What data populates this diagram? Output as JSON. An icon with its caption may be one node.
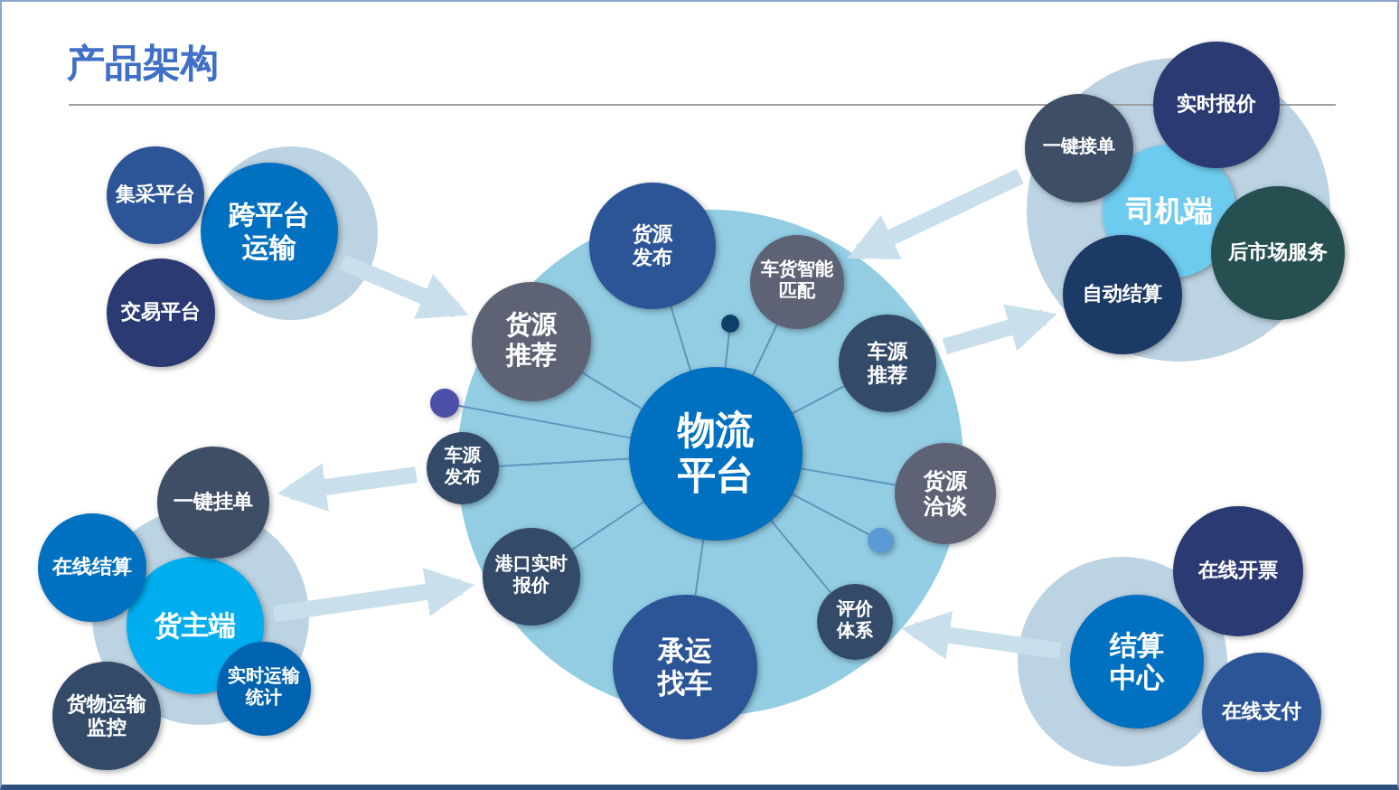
{
  "diagram": {
    "title": "产品架构",
    "nodes": [
      {
        "text": [
          "跨平台运输"
        ]
      },
      {
        "text": [
          "集采平台"
        ]
      },
      {
        "text": [
          "交易平台"
        ]
      },
      {
        "text": [
          "物流平台"
        ]
      },
      {
        "text": [
          "货源发布"
        ]
      },
      {
        "text": [
          "车货智能匹配"
        ]
      },
      {
        "text": [
          "货源推荐"
        ]
      },
      {
        "text": [
          "车源推荐"
        ]
      },
      {
        "text": [
          "车源发布"
        ]
      },
      {
        "text": [
          "货源洽谈"
        ]
      },
      {
        "text": [
          "港口实时报价"
        ]
      },
      {
        "text": [
          "评价体系"
        ]
      },
      {
        "text": [
          "承运找车"
        ]
      },
      {
        "text": [],
        "shape": "circle"
      },
      {
        "text": [],
        "shape": "circle"
      },
      {
        "text": [],
        "shape": "circle"
      },
      {
        "text": [
          "司机端"
        ]
      },
      {
        "text": [
          "一键接单"
        ]
      },
      {
        "text": [
          "实时报价"
        ]
      },
      {
        "text": [
          "后市场服务"
        ]
      },
      {
        "text": [
          "自动结算"
        ]
      },
      {
        "text": [
          "货主端"
        ]
      },
      {
        "text": [
          "一键挂单"
        ]
      },
      {
        "text": [
          "在线结算"
        ]
      },
      {
        "text": [
          "货物运输监控"
        ]
      },
      {
        "text": [
          "实时运输统计"
        ]
      },
      {
        "text": [
          "结算中心"
        ]
      },
      {
        "text": [
          "在线开票"
        ]
      },
      {
        "text": [
          "在线支付"
        ]
      }
    ],
    "edges": [
      {
        "from": 3,
        "to": 4,
        "arrow": "none"
      },
      {
        "from": 3,
        "to": 5,
        "arrow": "none"
      },
      {
        "from": 3,
        "to": 6,
        "arrow": "none"
      },
      {
        "from": 3,
        "to": 7,
        "arrow": "none"
      },
      {
        "from": 3,
        "to": 8,
        "arrow": "none"
      },
      {
        "from": 3,
        "to": 9,
        "arrow": "none"
      },
      {
        "from": 3,
        "to": 10,
        "arrow": "none"
      },
      {
        "from": 3,
        "to": 11,
        "arrow": "none"
      },
      {
        "from": 3,
        "to": 12,
        "arrow": "none"
      },
      {
        "from": 3,
        "to": 13,
        "arrow": "none"
      },
      {
        "from": 3,
        "to": 14,
        "arrow": "none"
      },
      {
        "from": 3,
        "to": 15,
        "arrow": "none"
      },
      {
        "from": 0,
        "to": 6,
        "arrow": "to",
        "style": "thick",
        "color": "#c9dfec"
      },
      {
        "from": 17,
        "to": 5,
        "arrow": "to",
        "style": "thick",
        "color": "#c9dfec"
      },
      {
        "from": 7,
        "to": 20,
        "arrow": "to",
        "style": "thick",
        "color": "#c9dfec"
      },
      {
        "from": 8,
        "to": 22,
        "arrow": "to",
        "style": "thick",
        "color": "#c9dfec"
      },
      {
        "from": 21,
        "to": 10,
        "arrow": "to",
        "style": "thick",
        "color": "#c9dfec"
      },
      {
        "from": 26,
        "to": 11,
        "arrow": "to",
        "style": "thick",
        "color": "#c9dfec"
      }
    ]
  }
}
